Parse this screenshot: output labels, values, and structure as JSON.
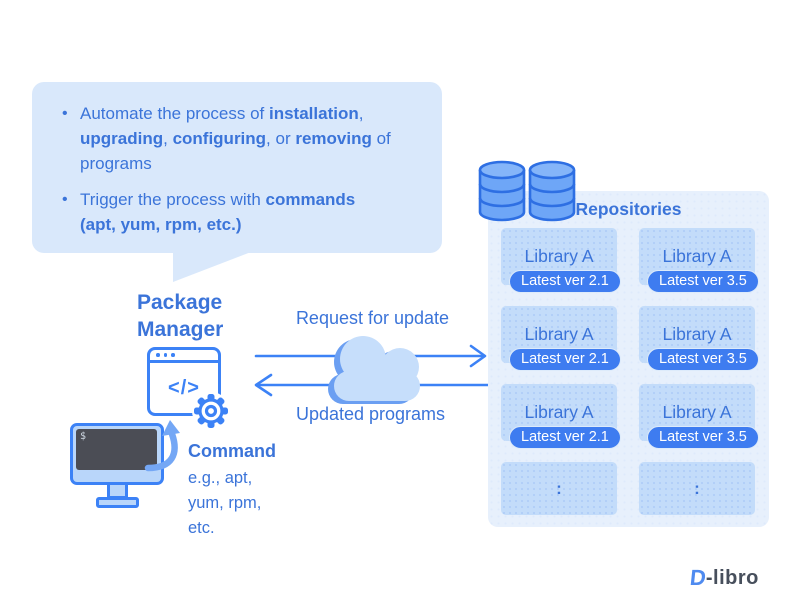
{
  "colors": {
    "accent": "#3c82f6",
    "text-blue": "#3b74d9",
    "bubble-bg": "#d9e8fb",
    "panel-bg": "#e7f0fc",
    "card-bg": "#c3dcfa",
    "badge-bg": "#3e7cf0",
    "badge-text": "#ffffff",
    "light-fill": "#b9d6fa",
    "screen-bg": "#4b4d55",
    "cloud-fill": "#c6defb",
    "cloud-shadow": "#6b9ff2",
    "db-fill": "#6ea6f7",
    "db-top": "#85b5f9",
    "db-stroke": "#2e6fe3",
    "curve-arrow": "#74a7f5",
    "logo-gray": "#474f5c",
    "logo-blue": "#4f8bf0"
  },
  "bubble": {
    "bullets": [
      {
        "runs": [
          [
            "Automate the process of ",
            0
          ],
          [
            "installation",
            1
          ],
          [
            ",\n",
            0
          ],
          [
            "upgrading",
            1
          ],
          [
            ", ",
            0
          ],
          [
            "configuring",
            1
          ],
          [
            ", or ",
            0
          ],
          [
            "removing",
            1
          ],
          [
            " of\nprograms",
            0
          ]
        ]
      },
      {
        "runs": [
          [
            "Trigger the process with ",
            0
          ],
          [
            "commands",
            1
          ],
          [
            "\n",
            0
          ],
          [
            "(apt, yum, rpm, etc.)",
            1
          ]
        ]
      }
    ]
  },
  "package_manager": {
    "title": "Package\nManager",
    "code_glyph": "</>",
    "terminal_prompt": "$"
  },
  "command": {
    "title": "Command",
    "examples": "e.g., apt,\nyum, rpm,\netc."
  },
  "flow": {
    "request_label": "Request for update",
    "response_label": "Updated programs"
  },
  "repositories": {
    "title": "Repositories",
    "ellipsis": ":",
    "rows": [
      [
        {
          "name": "Library A",
          "version": "Latest ver 2.1"
        },
        {
          "name": "Library A",
          "version": "Latest ver 3.5"
        }
      ],
      [
        {
          "name": "Library A",
          "version": "Latest ver 2.1"
        },
        {
          "name": "Library A",
          "version": "Latest ver 3.5"
        }
      ],
      [
        {
          "name": "Library A",
          "version": "Latest ver 2.1"
        },
        {
          "name": "Library A",
          "version": "Latest ver 3.5"
        }
      ]
    ]
  },
  "logo": {
    "d": "D",
    "rest": "-libro"
  },
  "icons": {
    "code_window": "code-window-icon",
    "gear": "gear-icon",
    "terminal": "terminal-monitor-icon",
    "cloud": "cloud-icon",
    "database": "database-icon",
    "arrow_right": "arrow-right-icon",
    "arrow_left": "arrow-left-icon",
    "curved_arrow": "curved-up-arrow-icon"
  }
}
